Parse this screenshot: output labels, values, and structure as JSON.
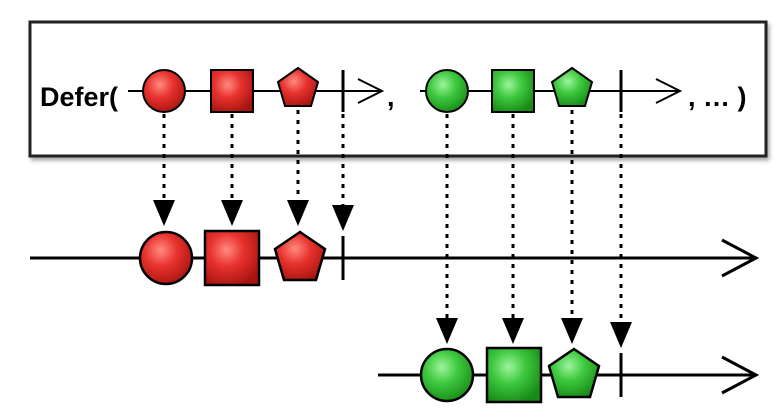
{
  "operator": {
    "label": "Defer(",
    "separator": ",",
    "ellipsis": ", … )"
  },
  "colors": {
    "red_fill": "#e8322e",
    "red_dark": "#b01a16",
    "green_fill": "#3ec83e",
    "green_dark": "#1a8f1a",
    "line": "#000000",
    "box_border": "#222222"
  },
  "icons": {
    "circle": "circle-shape",
    "square": "square-shape",
    "pentagon": "pentagon-shape",
    "completion": "completion-tick",
    "arrowhead": "open-arrowhead"
  },
  "sequences": [
    {
      "name": "first-observable",
      "color": "red",
      "items": [
        "circle",
        "square",
        "pentagon"
      ]
    },
    {
      "name": "second-observable",
      "color": "green",
      "items": [
        "circle",
        "square",
        "pentagon"
      ]
    }
  ]
}
